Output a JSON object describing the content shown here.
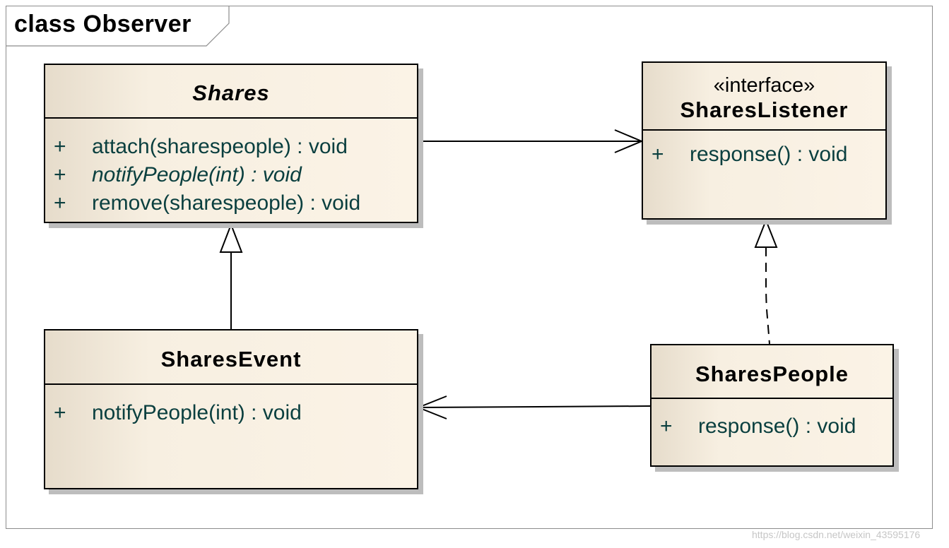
{
  "frame": {
    "label": "class Observer"
  },
  "classes": {
    "shares": {
      "name": "Shares",
      "operations": [
        {
          "visibility": "+",
          "signature": "attach(sharespeople) : void"
        },
        {
          "visibility": "+",
          "signature": "notifyPeople(int) : void"
        },
        {
          "visibility": "+",
          "signature": "remove(sharespeople) : void"
        }
      ]
    },
    "shares_listener": {
      "stereotype": "«interface»",
      "name": "SharesListener",
      "operations": [
        {
          "visibility": "+",
          "signature": "response() : void"
        }
      ]
    },
    "shares_event": {
      "name": "SharesEvent",
      "operations": [
        {
          "visibility": "+",
          "signature": "notifyPeople(int) : void"
        }
      ]
    },
    "shares_people": {
      "name": "SharesPeople",
      "operations": [
        {
          "visibility": "+",
          "signature": "response() : void"
        }
      ]
    }
  },
  "watermark": "https://blog.csdn.net/weixin_43595176",
  "colors": {
    "operation_text": "#0a3f3f",
    "class_fill": "#f7efe1",
    "shadow": "#bdbdbd"
  }
}
